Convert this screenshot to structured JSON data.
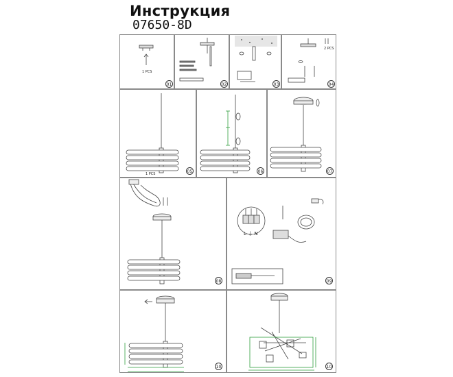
{
  "header": {
    "title": "Инструкция",
    "model": "07650-8D"
  },
  "steps": [
    {
      "number": "01",
      "caption": "1 PCS"
    },
    {
      "number": "02",
      "caption": ""
    },
    {
      "number": "03",
      "caption": ""
    },
    {
      "number": "04",
      "caption": "2 PCS"
    },
    {
      "number": "05",
      "caption": "1 PCS"
    },
    {
      "number": "06",
      "caption": ""
    },
    {
      "number": "07",
      "caption": ""
    },
    {
      "number": "08",
      "caption": ""
    },
    {
      "number": "09",
      "caption": ""
    },
    {
      "number": "10",
      "caption": ""
    },
    {
      "number": "10",
      "caption": ""
    }
  ],
  "wiring": {
    "terminals": "L ⏚ N"
  },
  "colors": {
    "line": "#444444",
    "dimension": "#2e9e3c",
    "frame": "#8a8a8a"
  }
}
